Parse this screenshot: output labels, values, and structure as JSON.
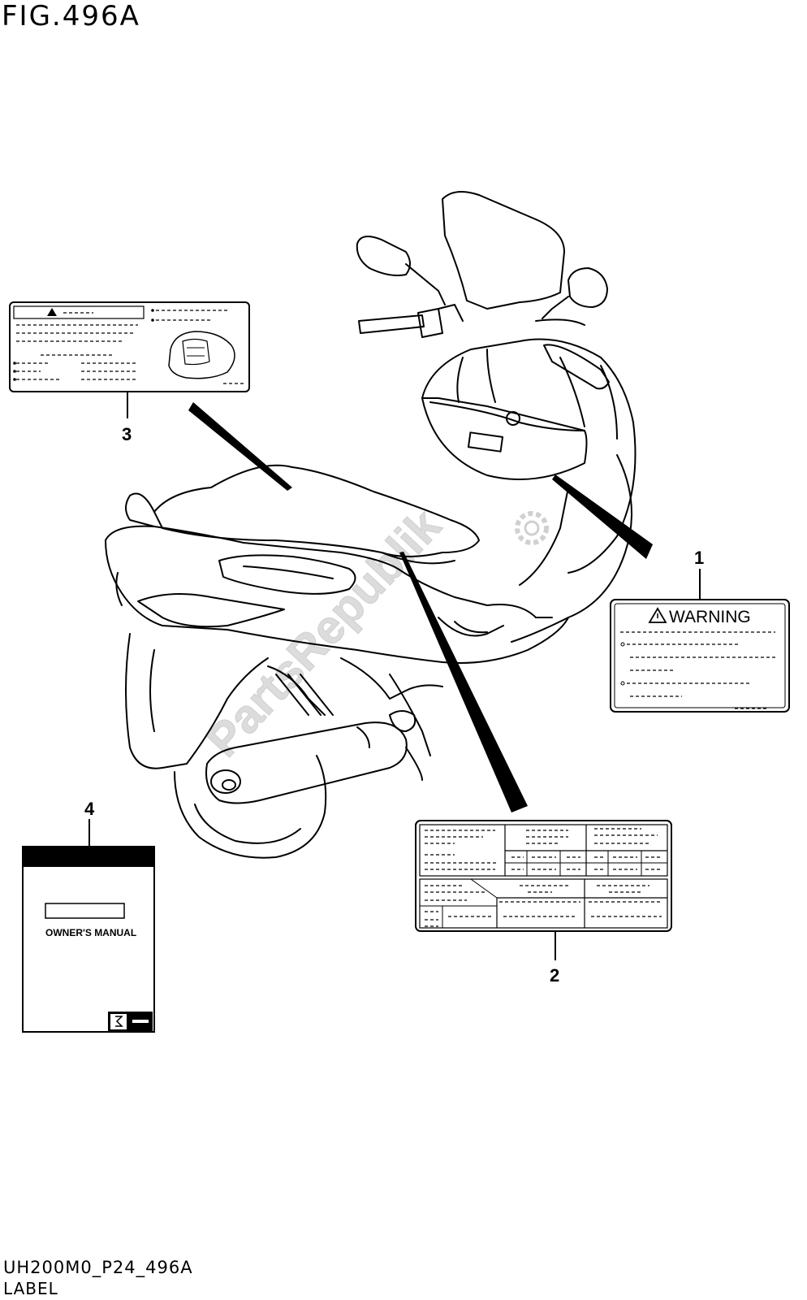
{
  "figure": {
    "title": "FIG.496A",
    "code": "UH200M0_P24_496A",
    "name": "LABEL"
  },
  "callouts": [
    {
      "number": "1"
    },
    {
      "number": "2"
    },
    {
      "number": "3"
    },
    {
      "number": "4"
    }
  ],
  "labels": {
    "warning_heading": "WARNING",
    "manual_title": "OWNER'S MANUAL"
  },
  "watermark": {
    "text": "PartsRepublik"
  },
  "colors": {
    "ink": "#000000",
    "watermark": "#d9d9d9",
    "background": "#ffffff"
  }
}
